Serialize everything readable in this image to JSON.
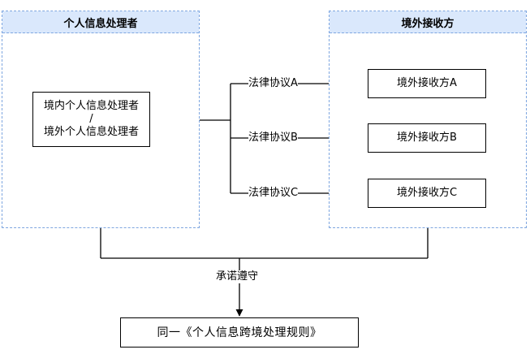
{
  "left_panel": {
    "title": "个人信息处理者",
    "box_line1": "境内个人信息处理者",
    "box_line2": "/",
    "box_line3": "境外个人信息处理者"
  },
  "right_panel": {
    "title": "境外接收方",
    "recipients": [
      "境外接收方A",
      "境外接收方B",
      "境外接收方C"
    ]
  },
  "edges": {
    "agreements": [
      "法律协议A",
      "法律协议B",
      "法律协议C"
    ],
    "compliance": "承诺遵守"
  },
  "bottom_box": {
    "label": "同一《个人信息跨境处理规则》"
  },
  "colors": {
    "panel_border": "#7ea6e0",
    "panel_header_fill": "#dae8fc",
    "line": "#000000"
  }
}
